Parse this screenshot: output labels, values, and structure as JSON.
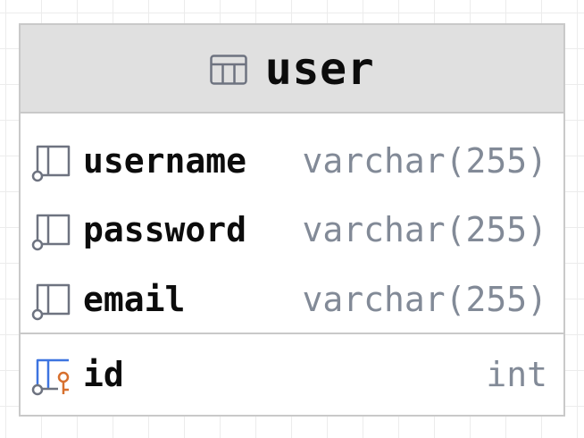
{
  "table": {
    "title": "user",
    "icon": "table-icon",
    "columns": [
      {
        "name": "username",
        "type": "varchar(255)",
        "icon": "column-icon"
      },
      {
        "name": "password",
        "type": "varchar(255)",
        "icon": "column-icon"
      },
      {
        "name": "email",
        "type": "varchar(255)",
        "icon": "column-icon"
      }
    ],
    "primary_key": {
      "name": "id",
      "type": "int",
      "icon": "primary-key-icon"
    }
  },
  "colors": {
    "header_bg": "#e0e0e0",
    "border": "#c9c9c9",
    "name_text": "#0c0c0c",
    "type_text": "#828a97",
    "icon_gray": "#6e7380",
    "pk_blue": "#3d74e0",
    "key_orange": "#d7702e"
  }
}
